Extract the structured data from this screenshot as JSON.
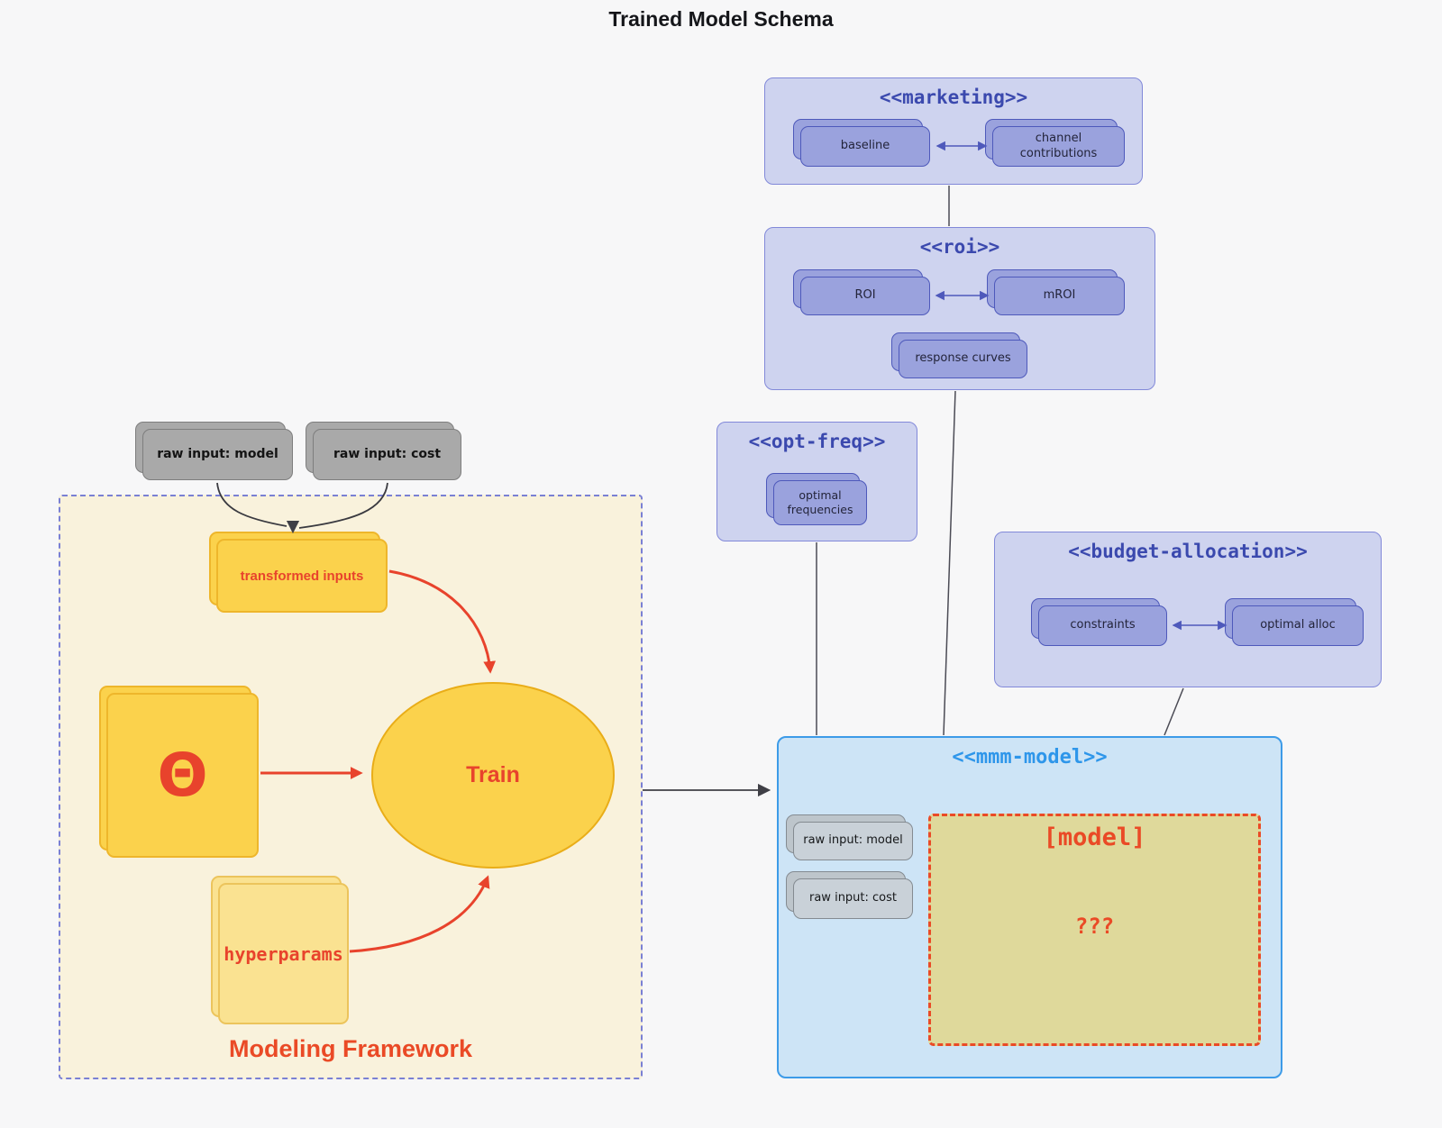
{
  "title": "Trained Model Schema",
  "colors": {
    "background": "#f7f7f8",
    "cluster_lavender_fill": "#ced3ef",
    "cluster_lavender_title": "#3b49ae",
    "node_purple_fill": "#9aa2dd",
    "node_purple_border": "#4e59bb",
    "mmm_fill": "#cde4f6",
    "mmm_border": "#3d9be8",
    "mmm_title": "#2e96ea",
    "framework_fill": "#f9f2dc",
    "framework_border": "#7a80d4",
    "yellow_fill": "#fbd24c",
    "khaki_fill": "#dfd99b",
    "accent_red": "#e8432c",
    "gray_node_fill": "#a9a9a9"
  },
  "clusters": {
    "marketing": {
      "title": "<<marketing>>",
      "nodes": {
        "baseline": "baseline",
        "channel_contributions": "channel contributions"
      }
    },
    "roi": {
      "title": "<<roi>>",
      "nodes": {
        "roi": "ROI",
        "mroi": "mROI",
        "response_curves": "response curves"
      }
    },
    "opt_freq": {
      "title": "<<opt-freq>>",
      "nodes": {
        "optimal_frequencies": "optimal frequencies"
      }
    },
    "budget_allocation": {
      "title": "<<budget-allocation>>",
      "nodes": {
        "constraints": "constraints",
        "optimal_alloc": "optimal alloc"
      }
    },
    "mmm_model": {
      "title": "<<mmm-model>>",
      "nodes": {
        "raw_input_model": "raw input: model",
        "raw_input_cost": "raw input: cost",
        "model_title": "[model]",
        "model_question": "???"
      }
    },
    "modeling_framework": {
      "title": "Modeling Framework",
      "nodes": {
        "transformed_inputs": "transformed inputs",
        "theta": "Θ",
        "train": "Train",
        "hyperparams": "hyperparams"
      }
    }
  },
  "external_inputs": {
    "raw_input_model": "raw input: model",
    "raw_input_cost": "raw input: cost"
  }
}
